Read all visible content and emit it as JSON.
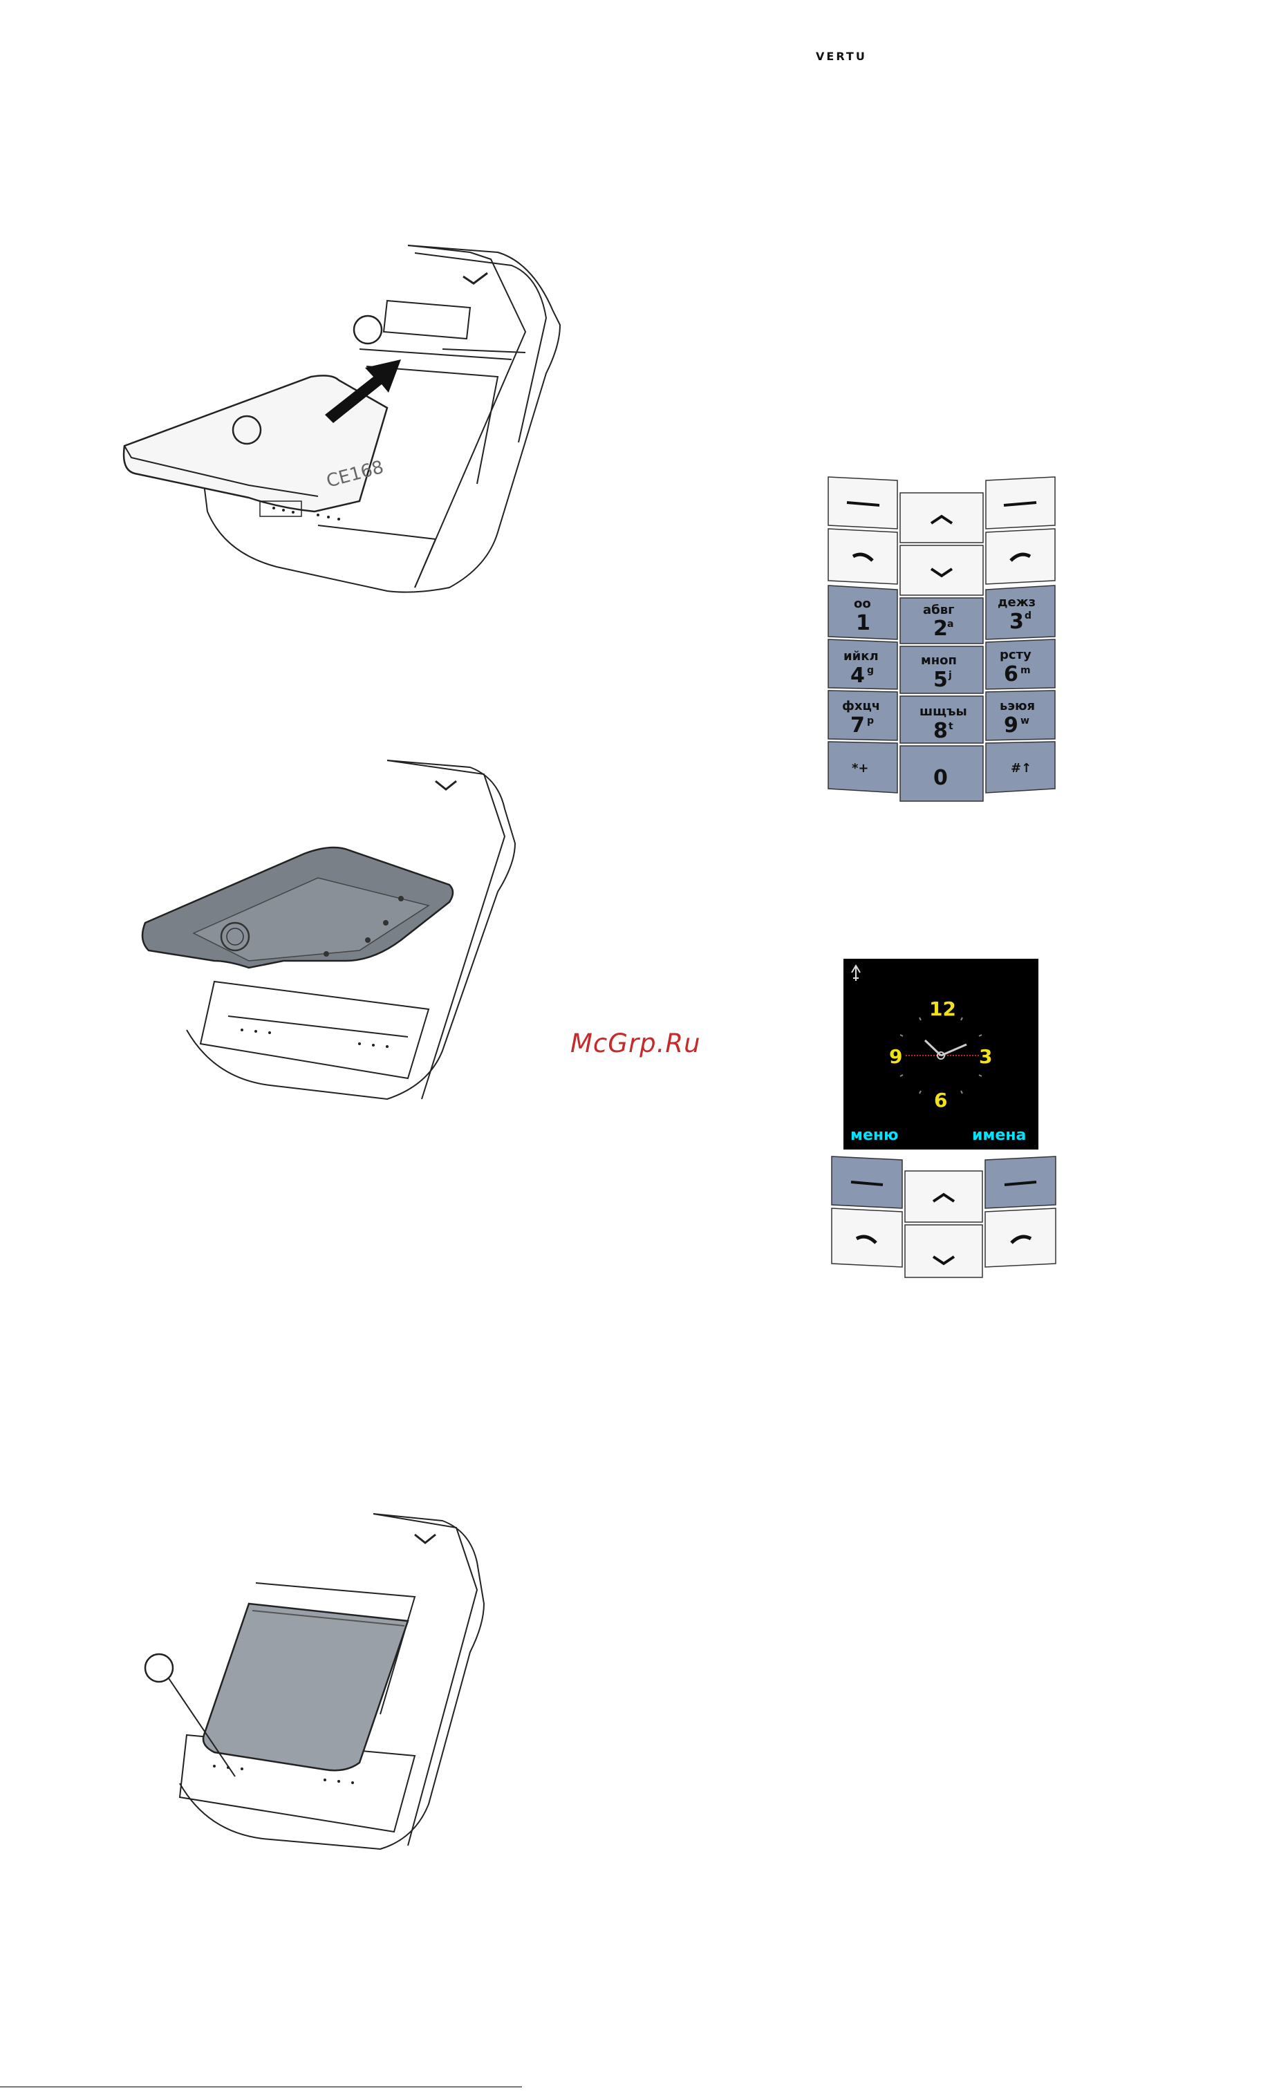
{
  "header": {
    "brand": "VERTU"
  },
  "watermark": {
    "text": "McGrp.Ru"
  },
  "keypad": {
    "rows": [
      [
        {
          "main": "1",
          "sub": "",
          "extra": "oo"
        },
        {
          "main": "2",
          "sub": "a",
          "extra": "абвг"
        },
        {
          "main": "3",
          "sub": "d",
          "extra": "дежз"
        }
      ],
      [
        {
          "main": "4",
          "sub": "g",
          "extra": "ийкл"
        },
        {
          "main": "5",
          "sub": "j",
          "extra": "мноп"
        },
        {
          "main": "6",
          "sub": "m",
          "extra": "рсту"
        }
      ],
      [
        {
          "main": "7",
          "sub": "p",
          "extra": "фхцч"
        },
        {
          "main": "8",
          "sub": "t",
          "extra": "шщъы"
        },
        {
          "main": "9",
          "sub": "w",
          "extra": "ьэюя"
        }
      ],
      [
        {
          "main": "*+",
          "sub": "",
          "extra": ""
        },
        {
          "main": "0",
          "sub": "",
          "extra": ""
        },
        {
          "main": "#↑",
          "sub": "",
          "extra": ""
        }
      ]
    ]
  },
  "phone_screen": {
    "clock_numerals": [
      "12",
      "3",
      "6",
      "9"
    ],
    "left_softkey": "меню",
    "right_softkey": "имена",
    "status_icon": "signal-icon"
  },
  "colors": {
    "key_highlight": "#8a97b0",
    "screen_bg": "#000000",
    "softkey_text": "#00e5ff",
    "clock_numeral": "#f2e21a",
    "battery_gray": "#9aa0a8",
    "cover_gray": "#7a8088"
  }
}
